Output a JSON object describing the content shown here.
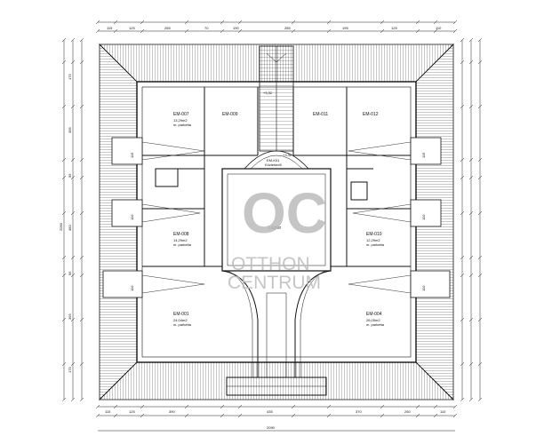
{
  "watermark": {
    "logo_letters": "OC",
    "line1": "OTTHON",
    "line2": "CENTRUM",
    "color": "#bcbcbc"
  },
  "rooms": {
    "em007": {
      "name": "EM-007",
      "area": "13,29m2",
      "floor": "m. parketta"
    },
    "em008": {
      "name": "EM-008",
      "area": "14,29m2",
      "floor": "m. parketta"
    },
    "em009": {
      "name": "EM-009",
      "area": "",
      "floor": ""
    },
    "em011": {
      "name": "EM-011",
      "area": "",
      "floor": ""
    },
    "em012": {
      "name": "EM-012",
      "area": "",
      "floor": ""
    },
    "em010": {
      "name": "EM-010",
      "area": "12,29m2",
      "floor": "m. parketta"
    },
    "em001": {
      "name": "EM-001",
      "area": "24,04m2",
      "floor": "m. parketta"
    },
    "em004": {
      "name": "EM-004",
      "area": "26,05m2",
      "floor": "m. parketta"
    },
    "corridor": {
      "name": "EM-K01",
      "label": "Közlekedő"
    },
    "legter": {
      "name": "Légtér"
    }
  },
  "levels": {
    "stair_top": "+3,32",
    "stair_mid": "+3,32"
  },
  "top_dims": [
    "115",
    "125",
    "265",
    "70",
    "190",
    "285",
    "195",
    "125",
    "110"
  ],
  "bottom_dims": [
    "115",
    "125",
    "390",
    "435",
    "370",
    "250",
    "110"
  ],
  "total_width": "2090",
  "total_height": "2090",
  "side_dims": [
    "175",
    "395",
    "95",
    "460",
    "95",
    "395",
    "175"
  ],
  "window_labels": [
    "115",
    "110",
    "110",
    "115",
    "110",
    "110"
  ]
}
